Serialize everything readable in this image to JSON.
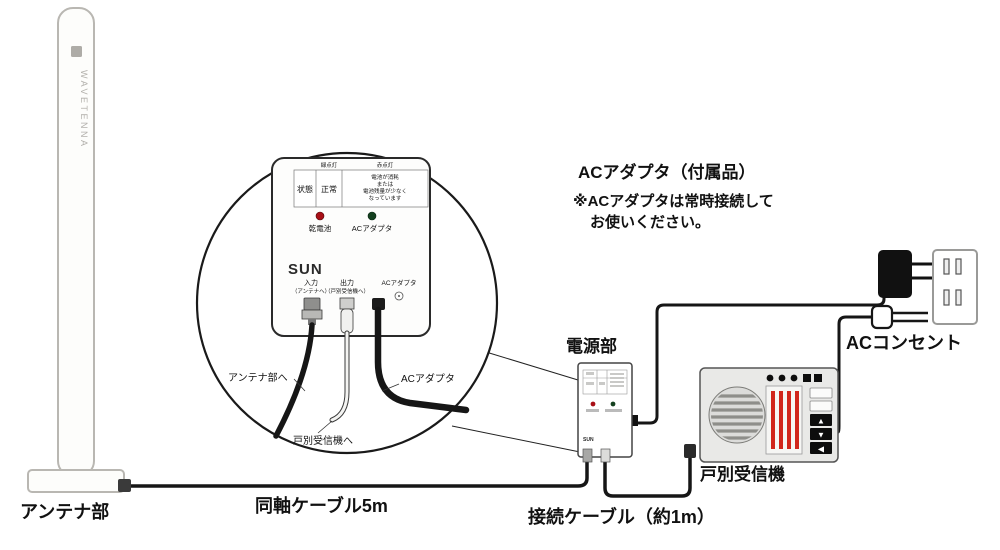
{
  "diagram": {
    "brand": "SUN",
    "antenna": {
      "label": "アンテナ部",
      "pole_brand": "WAVETENNA"
    },
    "magnifier": {
      "status": {
        "state_header": "状態",
        "green_header": "緑点灯",
        "red_header": "赤点灯",
        "normal": "正常",
        "warning_lines": [
          "電池が消耗",
          "または",
          "電池残量が少なく",
          "なっています"
        ]
      },
      "battery_led_label": "乾電池",
      "ac_led_label": "ACアダプタ",
      "input_label": "入力",
      "input_sub": "（アンテナへ）",
      "output_label": "出力",
      "output_sub": "（戸別受信機へ）",
      "ac_port_label": "ACアダプタ",
      "to_antenna": "アンテナ部へ",
      "to_receiver": "戸別受信機へ",
      "ac_cable_label": "ACアダプタ"
    },
    "labels": {
      "power_unit": "電源部",
      "receiver": "戸別受信機",
      "outlet": "ACコンセント",
      "coax": "同軸ケーブル5m",
      "connect": "接続ケーブル（約1m）",
      "ac_title": "ACアダプタ（付属品）",
      "ac_note1": "※ACアダプタは常時接続して",
      "ac_note2": "お使いください。"
    },
    "colors": {
      "cable": "#161616",
      "led_red": "#a80f16",
      "led_green": "#14401f",
      "bar_red": "#d1261c"
    },
    "icons": {
      "up_triangle": "▲",
      "down_triangle": "▼",
      "left_triangle": "◀"
    }
  }
}
